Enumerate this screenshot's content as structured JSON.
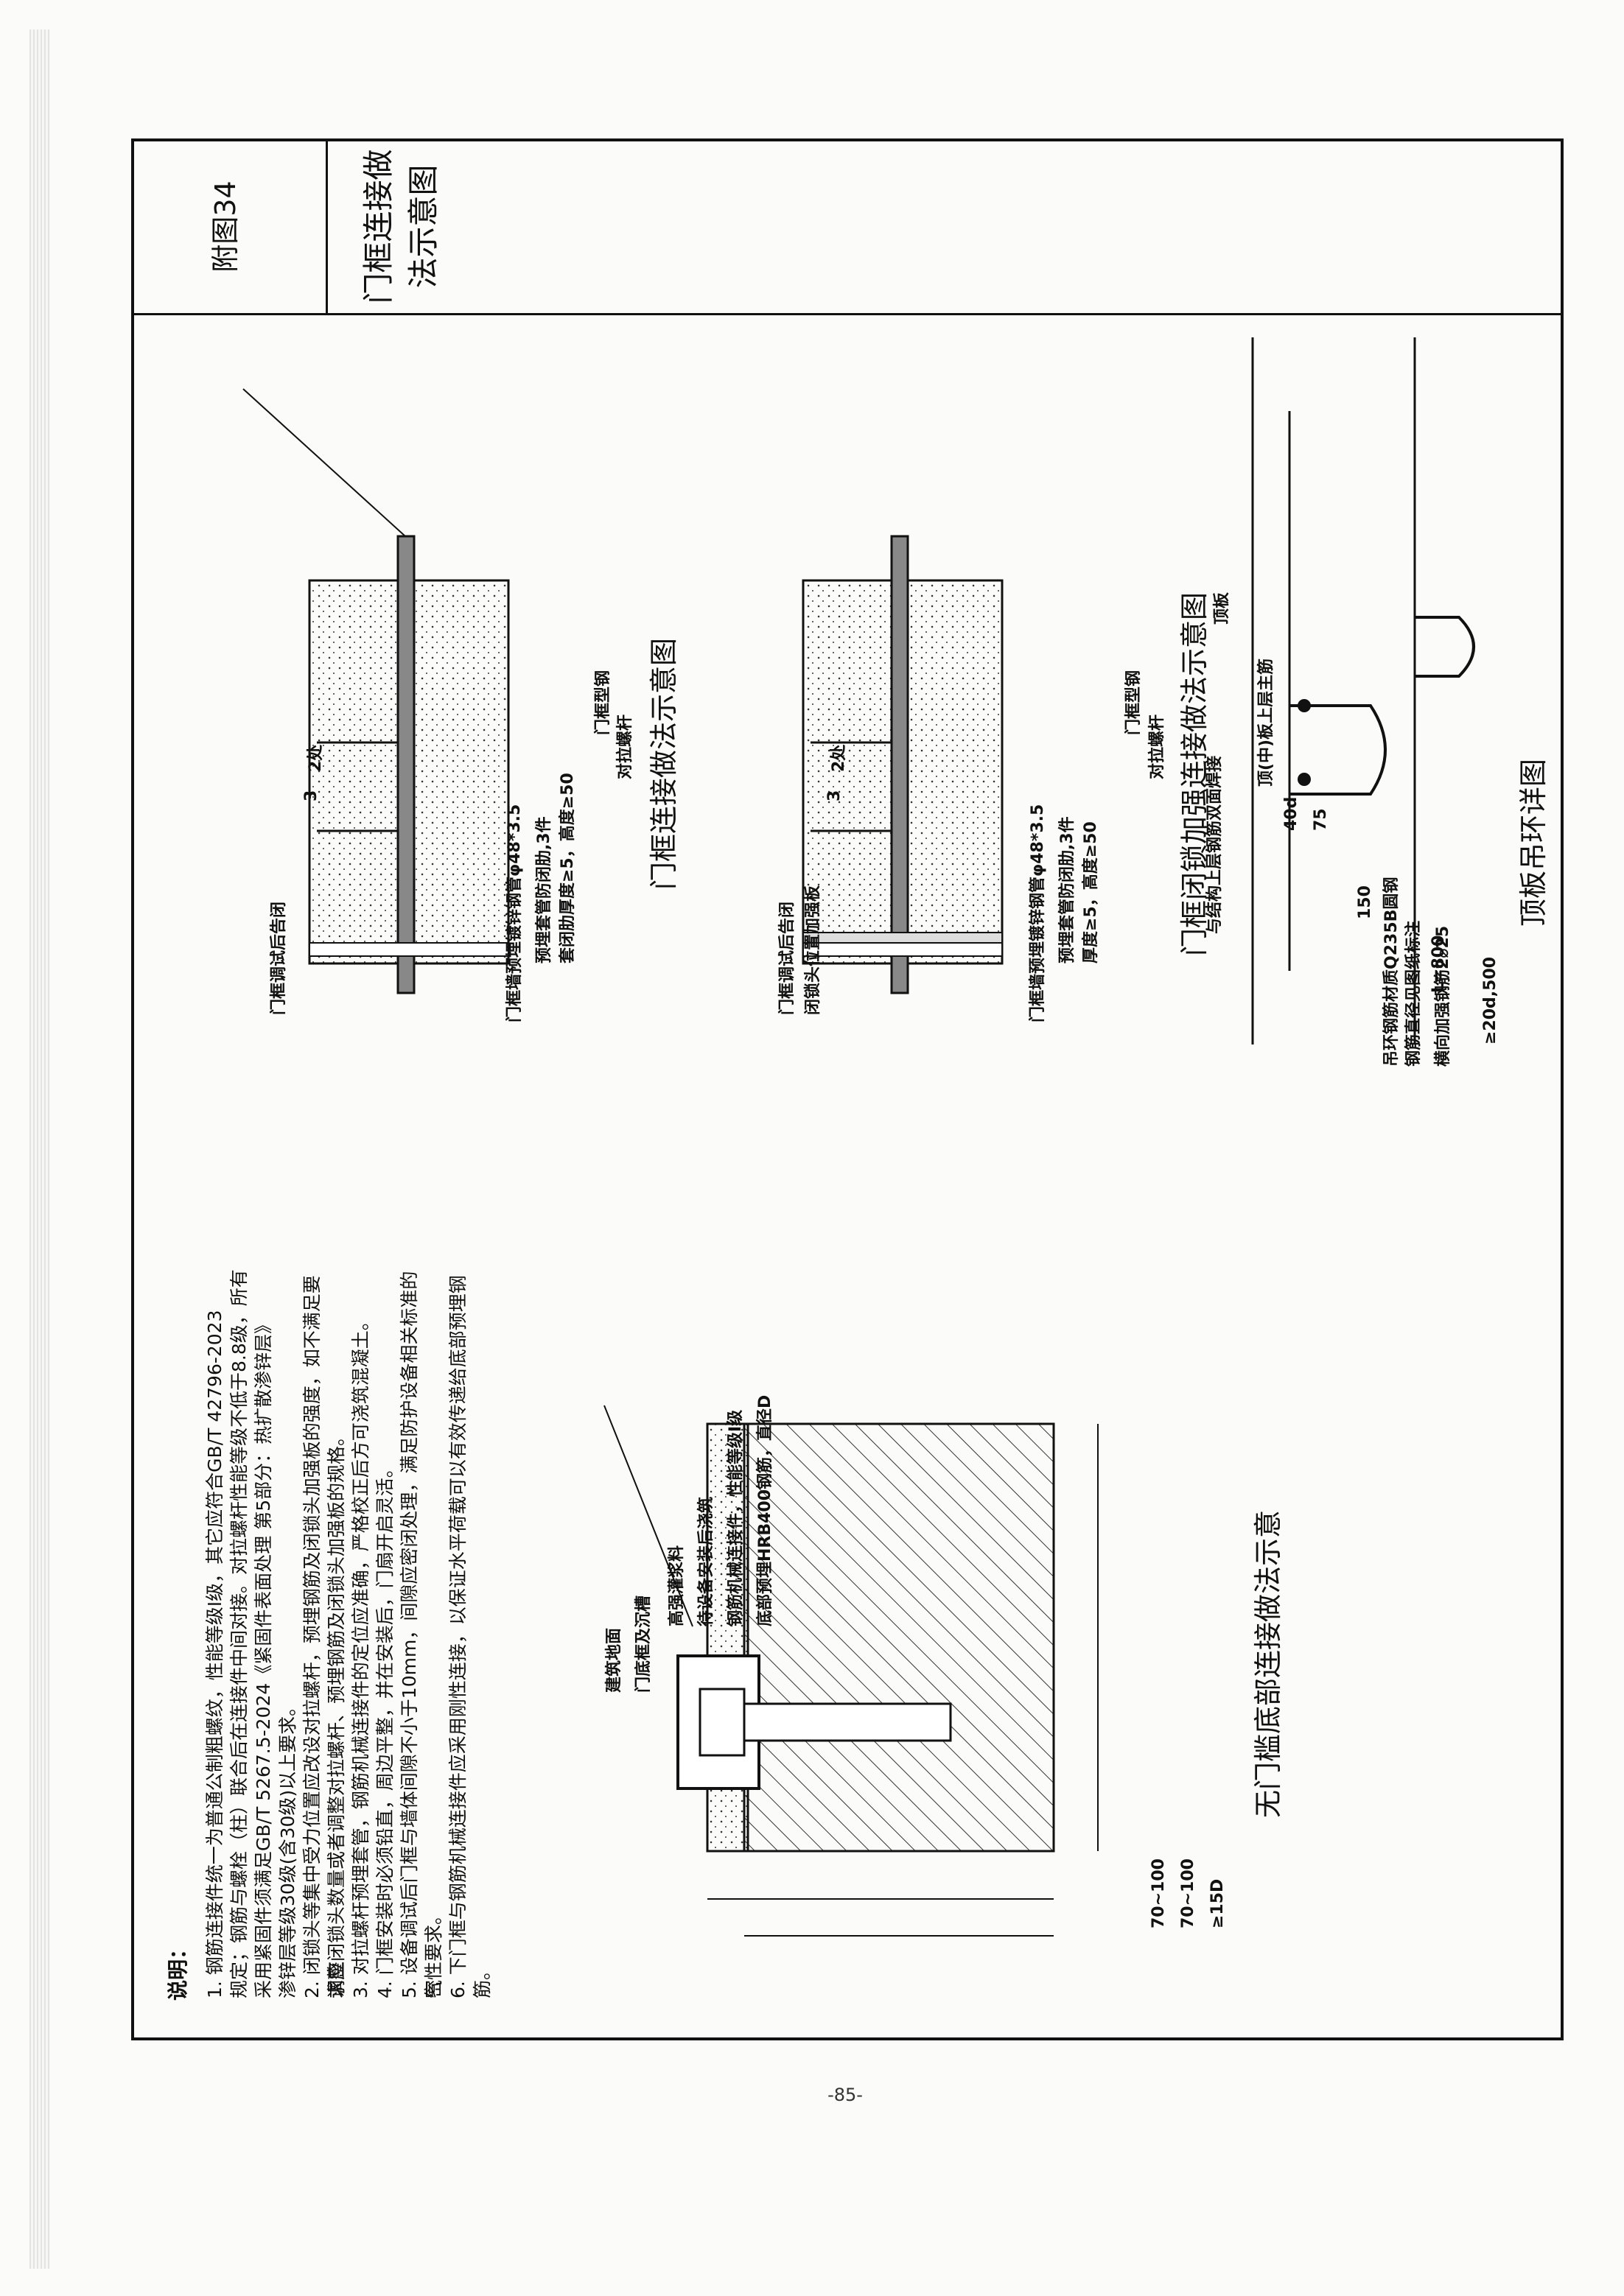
{
  "page_number": "-85-",
  "sheet": {
    "figure_no": "附图34",
    "title": "门框连接做法示意图"
  },
  "fig1": {
    "title": "门框连接做法示意图",
    "labels": {
      "frame_steel": "门框型钢",
      "tie_screw": "对拉螺杆",
      "adjust_weld": "门框调试后告闭",
      "tube": "门框墙预埋镀锌钢管φ48*3.5",
      "embed_bar": "预埋套管防闭肋,3件",
      "thickness": "套闭肋厚度≥5，高度≥50",
      "weld_size": "3",
      "weld_count": "2处"
    }
  },
  "fig2": {
    "title": "门框闭锁加强连接做法示意图",
    "labels": {
      "frame_steel": "门框型钢",
      "tie_screw": "对拉螺杆",
      "adjust_weld": "门框调试后告闭",
      "lock_plate": "闭锁头位置加强板",
      "tube": "门框墙预埋镀锌钢管φ48*3.5",
      "embed_bar": "预埋套管防闭肋,3件",
      "thickness": "厚度≥5，高度≥50",
      "weld_size": "3",
      "weld_count": "2处"
    }
  },
  "fig3": {
    "title": "顶板吊环详图",
    "labels": {
      "slab": "顶板",
      "top_bar": "与结构上层钢筋双面焊接",
      "main_bar": "顶(中)板上层主筋",
      "anchor": "≥20d,500",
      "add_bar": "横向加强钢筋2⌀25",
      "length": "L=800",
      "hook": "40d",
      "height": "75",
      "ring": "150",
      "material": "吊环钢筋材质Q235B圆钢",
      "diameter": "钢筋直径见图纸标注"
    }
  },
  "fig4": {
    "title": "无门槛底部连接做法示意",
    "labels": {
      "floor": "建筑地面",
      "channel": "门底框及沉槽",
      "grout": "高强灌浆料",
      "cast": "待设备安装后浇筑",
      "anchor": "钢筋机械连接件，性能等级Ⅰ级",
      "bar": "底部预埋HRB400钢筋，直径D",
      "dim1": "70~100",
      "dim2": "70~100",
      "dim3": "≥15D"
    }
  },
  "notes": {
    "heading": "说明：",
    "items": [
      "1. 钢筋连接件统一为普通公制粗螺纹，性能等级Ⅰ级，其它应符合GB/T 42796-2023",
      "   规定；钢筋与螺栓（柱）联合后在连接件中间对接。对拉螺杆性能等级不低于8.8级，所有",
      "   采用紧固件须满足GB/T 5267.5-2024《紧固件表面处理 第5部分：热扩散渗锌层》",
      "   渗锌层等级30级(含30级)以上要求。",
      "2. 闭锁头等集中受力位置应改设对拉螺杆，预埋钢筋及闭锁头加强板的强度，如不满足要求应",
      "   调整闭锁头数量或者调整对拉螺杆、预埋钢筋及闭锁头加强板的规格。",
      "3. 对拉螺杆预埋套管，钢筋机械连接件的定位应准确，严格校正后方可浇筑混凝土。",
      "4. 门框安装时必须铅直，周边平整，并在安装后，门扇开启灵活。",
      "5. 设备调试后门框与墙体间隙不小于10mm，间隙应密闭处理，满足防护设备相关标准的气",
      "   密性要求。",
      "6. 下门框与钢筋机械连接件应采用刚性连接，以保证水平荷载可以有效传递给底部预埋钢筋。"
    ]
  }
}
